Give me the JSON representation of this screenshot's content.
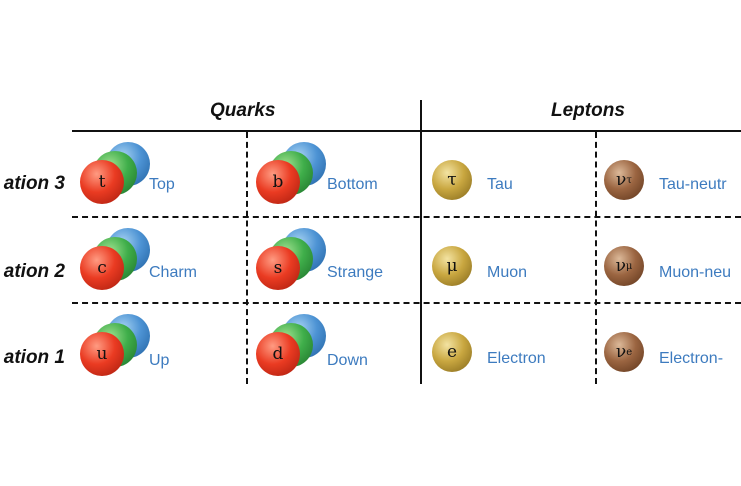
{
  "headers": {
    "quarks": "Quarks",
    "leptons": "Leptons"
  },
  "rows": [
    {
      "label": "ation 3",
      "cells": [
        {
          "symbol": "t",
          "sub": "",
          "name": "Top",
          "kind": "quark"
        },
        {
          "symbol": "b",
          "sub": "",
          "name": "Bottom",
          "kind": "quark"
        },
        {
          "symbol": "τ",
          "sub": "",
          "name": "Tau",
          "kind": "lepton"
        },
        {
          "symbol": "ν",
          "sub": "τ",
          "name": "Tau-neutr",
          "kind": "neutrino"
        }
      ]
    },
    {
      "label": "ation 2",
      "cells": [
        {
          "symbol": "c",
          "sub": "",
          "name": "Charm",
          "kind": "quark"
        },
        {
          "symbol": "s",
          "sub": "",
          "name": "Strange",
          "kind": "quark"
        },
        {
          "symbol": "μ",
          "sub": "",
          "name": "Muon",
          "kind": "lepton"
        },
        {
          "symbol": "ν",
          "sub": "μ",
          "name": "Muon-neu",
          "kind": "neutrino"
        }
      ]
    },
    {
      "label": "ation 1",
      "cells": [
        {
          "symbol": "u",
          "sub": "",
          "name": "Up",
          "kind": "quark"
        },
        {
          "symbol": "d",
          "sub": "",
          "name": "Down",
          "kind": "quark"
        },
        {
          "symbol": "e",
          "sub": "",
          "name": "Electron",
          "kind": "lepton"
        },
        {
          "symbol": "ν",
          "sub": "e",
          "name": "Electron-",
          "kind": "neutrino"
        }
      ]
    }
  ],
  "colors": {
    "name_text": "#3d7bbf",
    "quark_red": "#ea3b22",
    "quark_green": "#3fae4a",
    "quark_blue": "#4d93d4",
    "lepton_gold": "#c9a740",
    "neutrino_brown": "#9b6541"
  }
}
